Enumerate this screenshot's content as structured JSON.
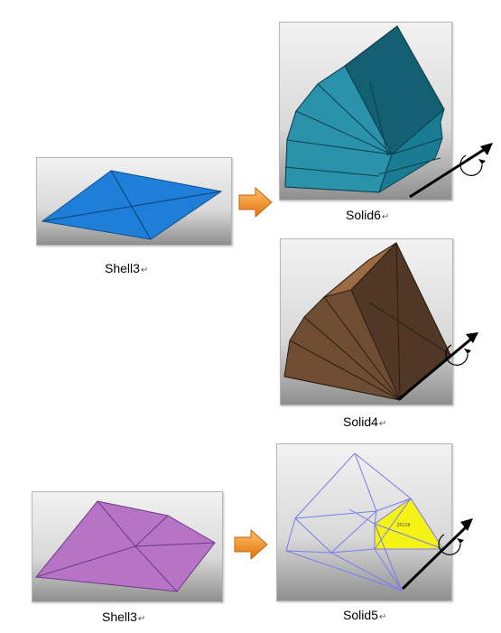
{
  "captions": {
    "shell3_top": "Shell3",
    "solid6": "Solid6",
    "solid4": "Solid4",
    "shell3_bottom": "Shell3",
    "solid5": "Solid5",
    "return_mark": "↵"
  },
  "small_label": "2R128",
  "colors": {
    "blue_shell": "#1f7fd8",
    "teal_solid": "#1d7f96",
    "brown_solid": "#6d4c33",
    "purple_shell": "#b774c7",
    "yellow_face": "#f5f216",
    "wire_blue": "#7b7bf0",
    "orange_arrow": "#f08a1c"
  },
  "icons": [
    "orange-right-arrow-icon",
    "rotation-axis-icon"
  ]
}
